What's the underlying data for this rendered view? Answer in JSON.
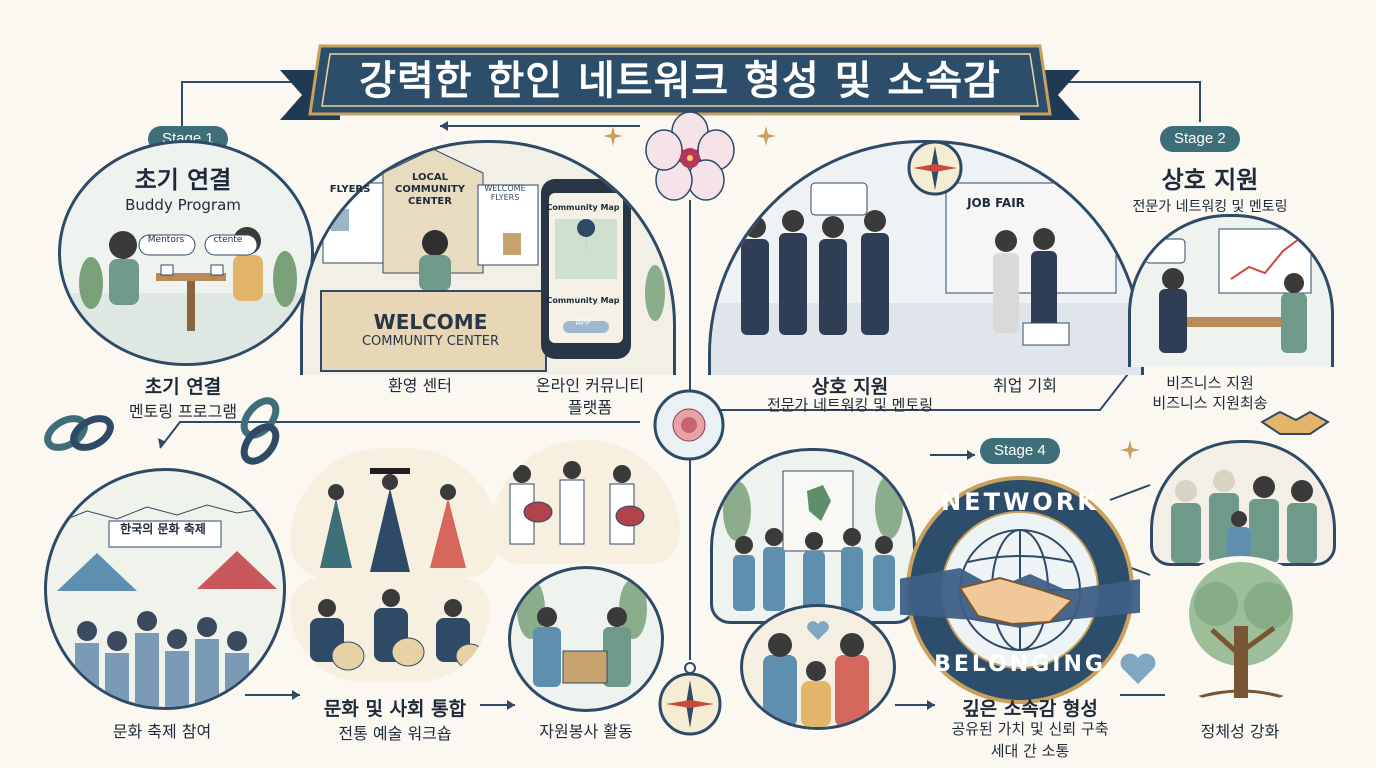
{
  "title_banner": {
    "text": "강력한 한인 네트워크 형성 및 소속감"
  },
  "stage1": {
    "badge": "Stage 1",
    "title": "초기 연결",
    "subtitle": "Buddy Program",
    "bubble_left": "Mentors",
    "bubble_right": "ctente",
    "caption_title": "초기 연결",
    "caption_sub": "멘토링 프로그램"
  },
  "welcome_center": {
    "flyers_label": "FLYERS",
    "roof_label_1": "LOCAL",
    "roof_label_2": "COMMUNITY",
    "roof_label_3": "CENTER",
    "welcome_flyers": "WELCOME\nFLYERS",
    "desk_title": "WELCOME",
    "desk_sub": "COMMUNITY CENTER",
    "caption": "환영 센터"
  },
  "online": {
    "map_title": "Community Map",
    "map_bottom": "Community Map",
    "app_button": "APP",
    "caption_1": "온라인 커뮤니티",
    "caption_2": "플랫폼"
  },
  "stage2": {
    "badge": "Stage 2",
    "title": "상호 지원",
    "subtitle": "전문가 네트워킹 및 멘토링",
    "mutual_caption_title": "상호 지원",
    "mutual_caption_sub": "전문가 네트워킹 및 멘토링",
    "job_fair_sign": "JOB FAIR",
    "job_caption": "취업 기회",
    "biz_caption_1": "비즈니스 지원",
    "biz_caption_2": "비즈니스 지원최송"
  },
  "culture": {
    "banner": "한국의 문화 축제",
    "festival_caption": "문화 축제 참여",
    "caption_title": "문화 및 사회 통합",
    "caption_sub": "전통 예술 워크숍",
    "volunteer_caption": "자원봉사 활동"
  },
  "stage4": {
    "badge": "Stage 4",
    "emblem_top": "NETWORK",
    "emblem_bottom": "BELONGING",
    "caption_title": "깊은 소속감 형성",
    "caption_sub_1": "공유된 가치 및 신뢰 구축",
    "caption_sub_2": "세대 간 소통",
    "identity_caption": "정체성 강화"
  },
  "colors": {
    "navy": "#2f4a66",
    "teal": "#3e6e78",
    "banner_blue": "#2c4e6a",
    "cream": "#fbf8f1",
    "gold": "#c9a15c"
  }
}
